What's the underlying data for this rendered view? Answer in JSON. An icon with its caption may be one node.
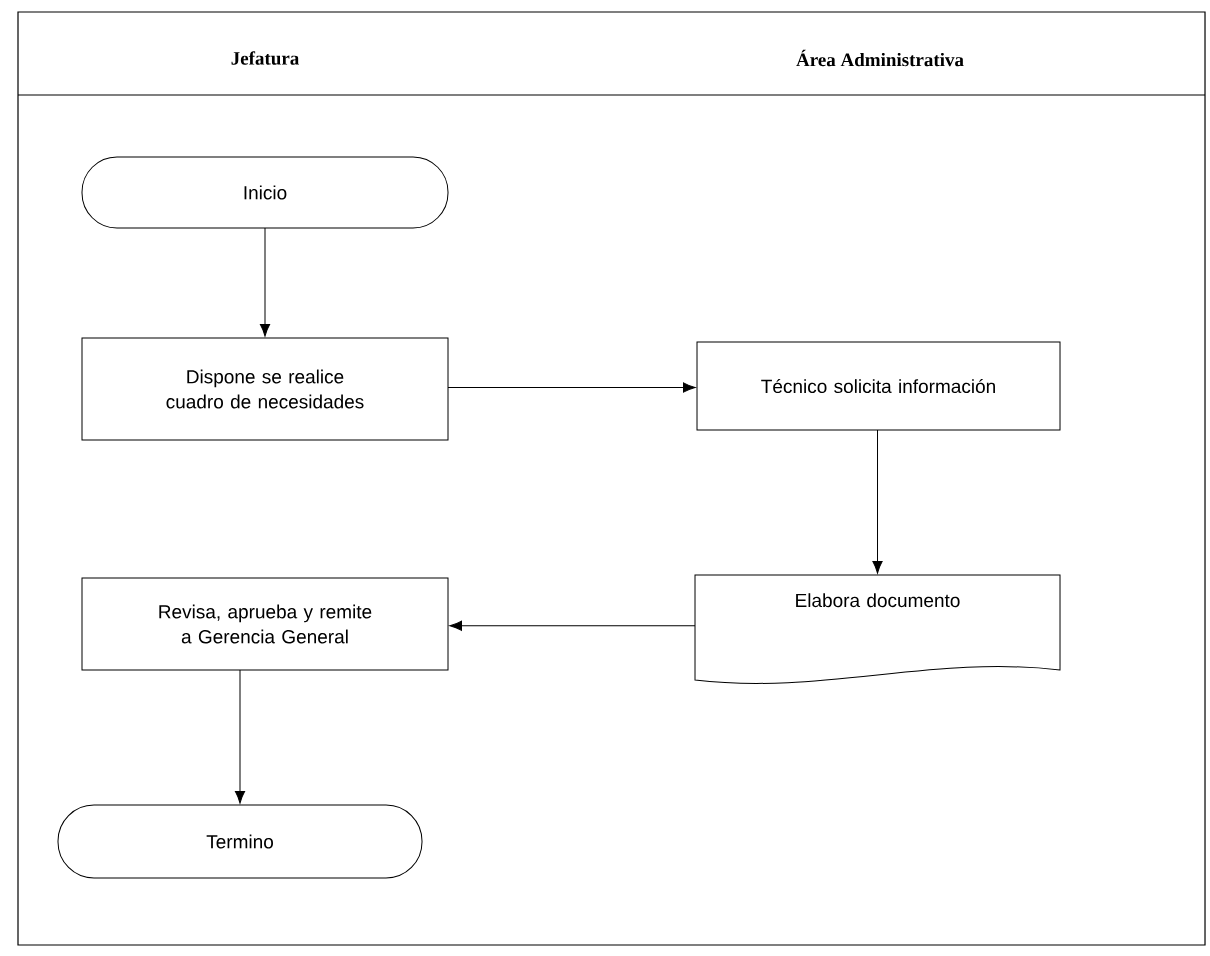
{
  "diagram": {
    "nodes": [
      {
        "text": [
          "Inicio"
        ]
      },
      {
        "text": [
          "Dispone se realice cuadro de necesidades"
        ]
      },
      {
        "text": [
          "Técnico solicita información"
        ]
      },
      {
        "text": [
          "Elabora documento"
        ]
      },
      {
        "text": [
          "Revisa, aprueba y remite a Gerencia General"
        ]
      },
      {
        "text": [
          "Termino"
        ]
      }
    ],
    "edges": [
      {
        "from": 0,
        "to": 1,
        "arrow": "to"
      },
      {
        "from": 1,
        "to": 2,
        "arrow": "to"
      },
      {
        "from": 2,
        "to": 3,
        "arrow": "to"
      },
      {
        "from": 3,
        "to": 4,
        "arrow": "to"
      },
      {
        "from": 4,
        "to": 5,
        "arrow": "to"
      }
    ],
    "labels": [
      "Jefatura",
      "Área Administrativa"
    ]
  }
}
